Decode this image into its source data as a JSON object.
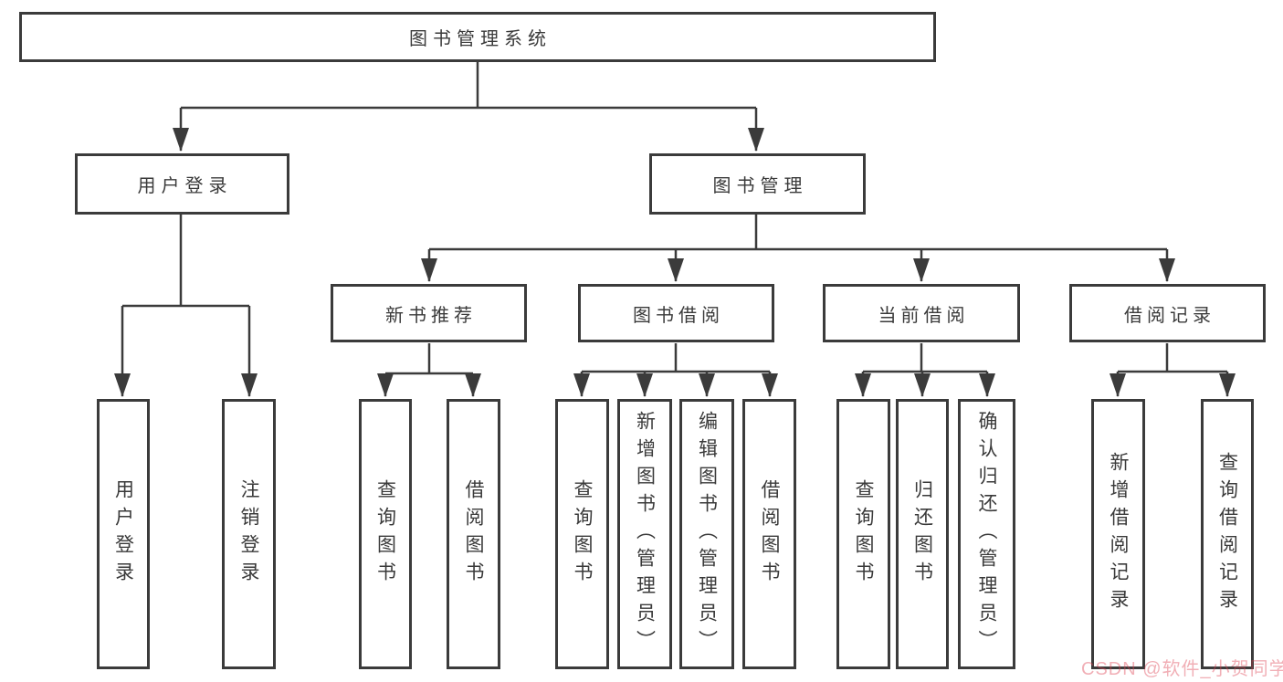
{
  "diagram_type": "hierarchy-tree",
  "nodes": {
    "root": {
      "label": "图书管理系统"
    },
    "user_login": {
      "label": "用户登录"
    },
    "book_mgmt": {
      "label": "图书管理"
    },
    "new_book_rec": {
      "label": "新书推荐"
    },
    "book_borrow": {
      "label": "图书借阅"
    },
    "current_borrow": {
      "label": "当前借阅"
    },
    "borrow_record": {
      "label": "借阅记录"
    },
    "ul_user_login": {
      "label": "用户登录"
    },
    "ul_logout": {
      "label": "注销登录"
    },
    "nb_query_book": {
      "label": "查询图书"
    },
    "nb_borrow_book": {
      "label": "借阅图书"
    },
    "bb_query_book": {
      "label": "查询图书"
    },
    "bb_add_book": {
      "label": "新增图书（管理员）"
    },
    "bb_edit_book": {
      "label": "编辑图书（管理员）"
    },
    "bb_borrow_book": {
      "label": "借阅图书"
    },
    "cb_query_book": {
      "label": "查询图书"
    },
    "cb_return_book": {
      "label": "归还图书"
    },
    "cb_confirm_return": {
      "label": "确认归还（管理员）"
    },
    "br_add_record": {
      "label": "新增借阅记录"
    },
    "br_query_record": {
      "label": "查询借阅记录"
    }
  },
  "tree": {
    "root": [
      "user_login",
      "book_mgmt"
    ],
    "user_login": [
      "ul_user_login",
      "ul_logout"
    ],
    "book_mgmt": [
      "new_book_rec",
      "book_borrow",
      "current_borrow",
      "borrow_record"
    ],
    "new_book_rec": [
      "nb_query_book",
      "nb_borrow_book"
    ],
    "book_borrow": [
      "bb_query_book",
      "bb_add_book",
      "bb_edit_book",
      "bb_borrow_book"
    ],
    "current_borrow": [
      "cb_query_book",
      "cb_return_book",
      "cb_confirm_return"
    ],
    "borrow_record": [
      "br_add_record",
      "br_query_record"
    ]
  },
  "watermark": {
    "text": "CSDN @软件_小贺同学"
  },
  "colors": {
    "line": "#3b3b3b",
    "text": "#3a3a3a",
    "box_background": "#ffffff",
    "background": "#ffffff",
    "watermark_pink": "#f2a7b1"
  }
}
